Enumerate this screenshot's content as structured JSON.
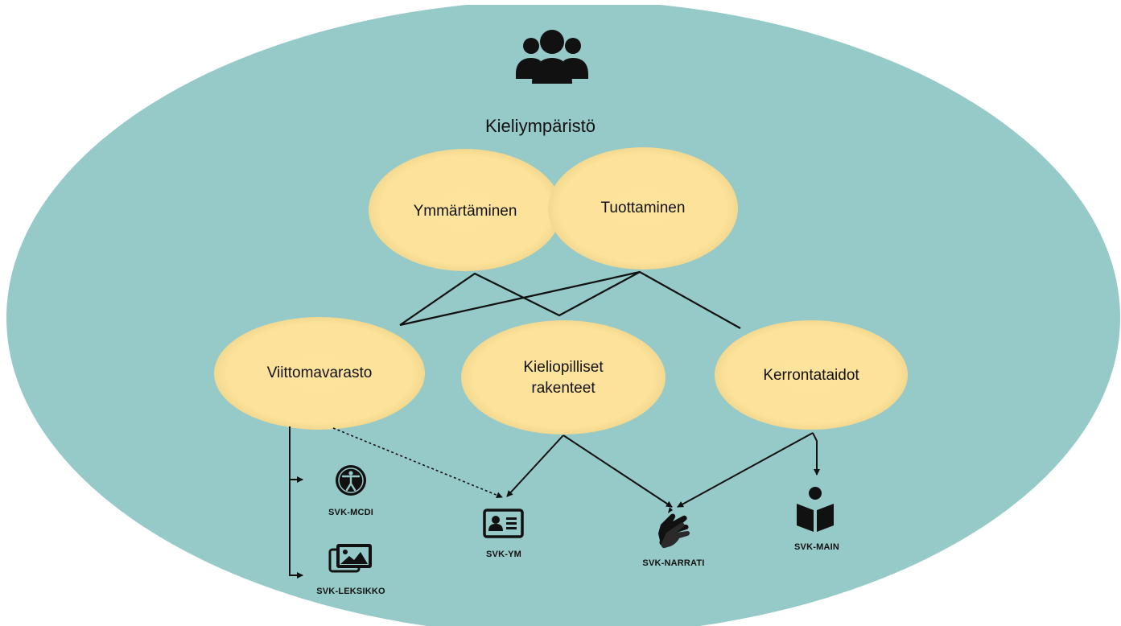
{
  "title": "Kieliympäristö",
  "top_skills": [
    "Ymmärtäminen",
    "Tuottaminen"
  ],
  "domains": {
    "sign_vocabulary": "Viittomavarasto",
    "grammar_line1": "Kieliopilliset",
    "grammar_line2": "rakenteet",
    "narrative": "Kerrontataidot"
  },
  "tools": {
    "mcdi": "SVK-MCDI",
    "leksikko": "SVK-LEKSIKKO",
    "ym": "SVK-YM",
    "narrati": "SVK-NARRATI",
    "main": "SVK-MAIN"
  },
  "icons": {
    "environment": "people-group-icon",
    "mcdi": "accessibility-icon",
    "leksikko": "image-gallery-icon",
    "ym": "id-card-icon",
    "narrati": "sign-language-hands-icon",
    "main": "reading-person-icon"
  },
  "colors": {
    "background": "#96cac8",
    "ellipse": "#fde29a",
    "ellipse_edge": "#f1d58e",
    "ink": "#111111"
  }
}
